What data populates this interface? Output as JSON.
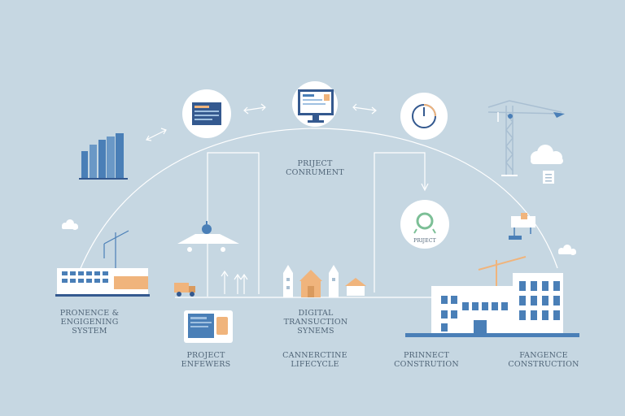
{
  "labels": {
    "center_top": {
      "line1": "PRIJECT",
      "line2": "CONRUMENT"
    },
    "badge": "PRIJECT",
    "left_building": {
      "line1": "PRONENCE &",
      "line2": "ENGIGENING",
      "line3": "SYSTEM"
    },
    "left_lower": {
      "line1": "PROJECT",
      "line2": "ENFEWERS"
    },
    "digital": {
      "line1": "DIGITAL",
      "line2": "TRANSUCTION",
      "line3": "SYNEMS"
    },
    "lifecycle": {
      "line1": "CANNERCTINE",
      "line2": "LIFECYCLE"
    },
    "right_mid": {
      "line1": "PRINNECT",
      "line2": "CONSTRUTION"
    },
    "right_far": {
      "line1": "FANGENCE",
      "line2": "CONSTRUCTION"
    }
  },
  "colors": {
    "background": "#c6d7e2",
    "line": "#ffffff",
    "blue": "#4a7fb7",
    "navy": "#34598f",
    "orange": "#f0b47c",
    "green": "#7cbf96"
  },
  "icons": {
    "city": "city-skyline-icon",
    "document": "document-icon",
    "monitor": "monitor-icon",
    "gauge": "gauge-icon",
    "crane": "tower-crane-icon",
    "cloud": "cloud-icon",
    "badge": "certification-badge-icon",
    "drone": "drone-icon",
    "truck": "truck-icon",
    "tablet": "tablet-icon",
    "factory": "factory-icon",
    "office": "office-building-icon"
  }
}
